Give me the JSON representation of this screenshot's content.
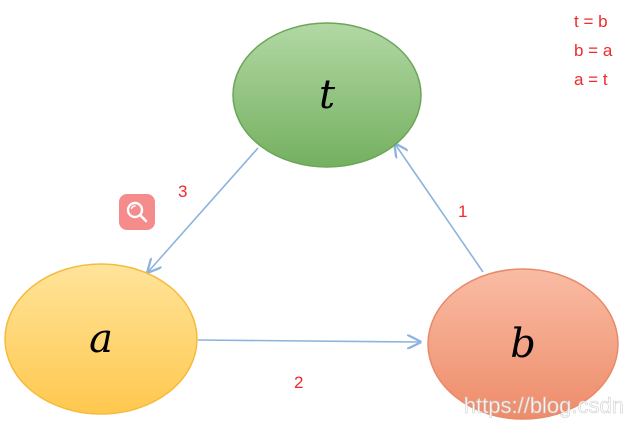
{
  "nodes": {
    "t": {
      "label": "t",
      "fill_top": "#a9d39a",
      "fill_bottom": "#6fae5c",
      "stroke": "#6aa657"
    },
    "a": {
      "label": "a",
      "fill_top": "#ffe08a",
      "fill_bottom": "#ffc54d",
      "stroke": "#f5bb3c"
    },
    "b": {
      "label": "b",
      "fill_top": "#f8b49a",
      "fill_bottom": "#ee8a68",
      "stroke": "#e88a6a"
    }
  },
  "steps": {
    "one": "1",
    "two": "2",
    "three": "3"
  },
  "legend": [
    "t = b",
    "b = a",
    "a = t"
  ],
  "watermark": "https://blog.csdn",
  "colors": {
    "arrow": "#8cb4de",
    "step_text": "#ee2a2a",
    "zoom_button": "#f58b8b"
  },
  "icons": {
    "zoom": "magnifier-icon"
  }
}
